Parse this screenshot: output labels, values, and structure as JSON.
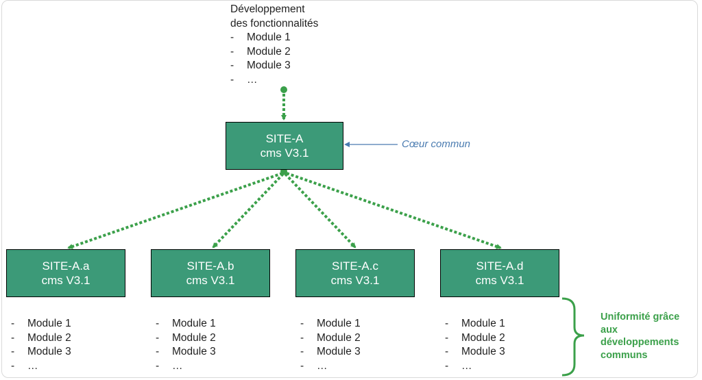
{
  "top_block": {
    "title_line1": "Développement",
    "title_line2": "des fonctionnalités",
    "modules": [
      "Module 1",
      "Module 2",
      "Module 3",
      "…"
    ]
  },
  "root_site": {
    "name": "SITE-A",
    "version": "cms V3.1"
  },
  "annotation": "Cœur commun",
  "child_sites": [
    {
      "name": "SITE-A.a",
      "version": "cms V3.1",
      "modules": [
        "Module 1",
        "Module 2",
        "Module 3",
        "…"
      ]
    },
    {
      "name": "SITE-A.b",
      "version": "cms V3.1",
      "modules": [
        "Module 1",
        "Module 2",
        "Module 3",
        "…"
      ]
    },
    {
      "name": "SITE-A.c",
      "version": "cms V3.1",
      "modules": [
        "Module 1",
        "Module 2",
        "Module 3",
        "…"
      ]
    },
    {
      "name": "SITE-A.d",
      "version": "cms V3.1",
      "modules": [
        "Module 1",
        "Module 2",
        "Module 3",
        "…"
      ]
    }
  ],
  "uniformity_note": [
    "Uniformité grâce",
    "aux",
    "développements",
    "communs"
  ],
  "colors": {
    "box_fill": "#3c9a78",
    "connector": "#3ba04a",
    "annotation_text": "#4a7bb0",
    "annotation_arrow": "#4a7bb0"
  },
  "dash": "-"
}
